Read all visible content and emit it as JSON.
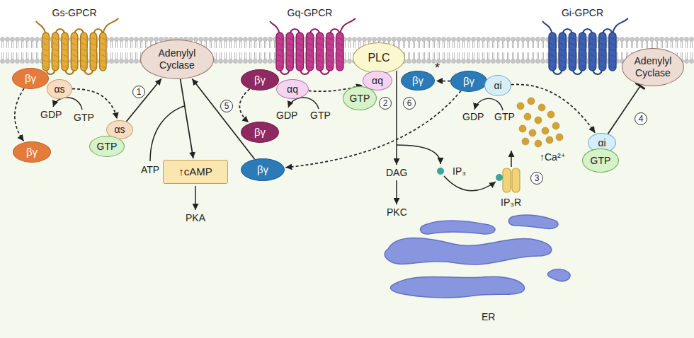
{
  "diagram": {
    "nodes": [
      {
        "text": [
          "Gs-GPCR"
        ]
      },
      {
        "text": [
          "Gq-GPCR"
        ]
      },
      {
        "text": [
          "Gi-GPCR"
        ]
      },
      {
        "text": [
          "βγ"
        ]
      },
      {
        "text": [
          "αs"
        ]
      },
      {
        "text": [
          "βγ"
        ]
      },
      {
        "text": [
          "αs"
        ]
      },
      {
        "text": [
          "GTP"
        ]
      },
      {
        "text": [
          "Adenylyl Cyclase"
        ]
      },
      {
        "text": [
          "↑cAMP"
        ]
      },
      {
        "text": [
          "βγ"
        ]
      },
      {
        "text": [
          "αq"
        ]
      },
      {
        "text": [
          "βγ"
        ]
      },
      {
        "text": [
          "PLC"
        ]
      },
      {
        "text": [
          "αq"
        ]
      },
      {
        "text": [
          "GTP"
        ]
      },
      {
        "text": [
          "βγ"
        ]
      },
      {
        "text": [
          "βγ"
        ]
      },
      {
        "text": [
          "αi"
        ]
      },
      {
        "text": [
          "αi"
        ]
      },
      {
        "text": [
          "GTP"
        ]
      },
      {
        "text": [
          "Adenylyl Cyclase"
        ]
      },
      {
        "text": [
          "βγ"
        ]
      }
    ],
    "edges": [
      {
        "from": 3,
        "to": 5,
        "arrow": "to"
      },
      {
        "from": 4,
        "to": 6,
        "arrow": "to"
      },
      {
        "from": 6,
        "to": 8,
        "arrow": "to"
      },
      {
        "from": 8,
        "to": 9,
        "arrow": "to"
      },
      {
        "from": 22,
        "to": 8,
        "arrow": "to"
      },
      {
        "from": 10,
        "to": 12,
        "arrow": "to"
      },
      {
        "from": 11,
        "to": 14,
        "arrow": "to"
      },
      {
        "from": 17,
        "to": 16,
        "arrow": "to"
      },
      {
        "from": 17,
        "to": 22,
        "arrow": "to"
      },
      {
        "from": 18,
        "to": 19,
        "arrow": "to"
      },
      {
        "from": 19,
        "to": 21,
        "arrow": "to"
      }
    ],
    "labels": [
      "GDP",
      "GTP",
      "1",
      "5",
      "ATP",
      "PKA",
      "GDP",
      "GTP",
      "2",
      "*",
      "6",
      "GDP",
      "GTP",
      "4",
      "DAG",
      "PKC",
      "IP₃",
      "↑Ca²⁺",
      "3",
      "IP₃R",
      "ER"
    ]
  }
}
